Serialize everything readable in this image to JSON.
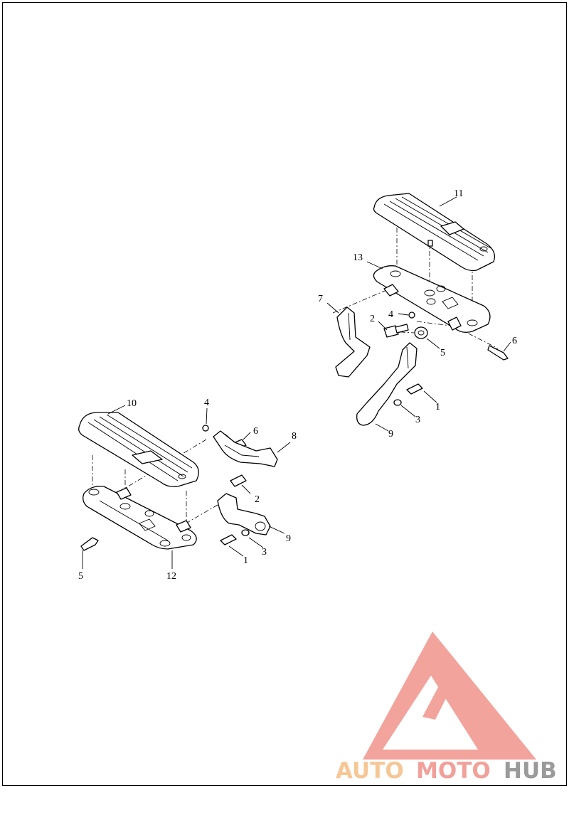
{
  "callouts": {
    "right": {
      "c11": "11",
      "c13": "13",
      "c7": "7",
      "c2": "2",
      "c4": "4",
      "c5": "5",
      "c6": "6",
      "c1": "1",
      "c3": "3",
      "c9": "9"
    },
    "left": {
      "c10": "10",
      "c4": "4",
      "c6": "6",
      "c8": "8",
      "c2": "2",
      "c9": "9",
      "c3": "3",
      "c1": "1",
      "c5": "5",
      "c12": "12"
    }
  },
  "watermark": {
    "part1": "AUTO",
    "part2": "MOTO",
    "part3": "HUB",
    "colors": {
      "part1": "#f6c796",
      "part2": "#f2a09a",
      "part3": "#9a9a9a",
      "logo": "#f2a39c"
    }
  }
}
